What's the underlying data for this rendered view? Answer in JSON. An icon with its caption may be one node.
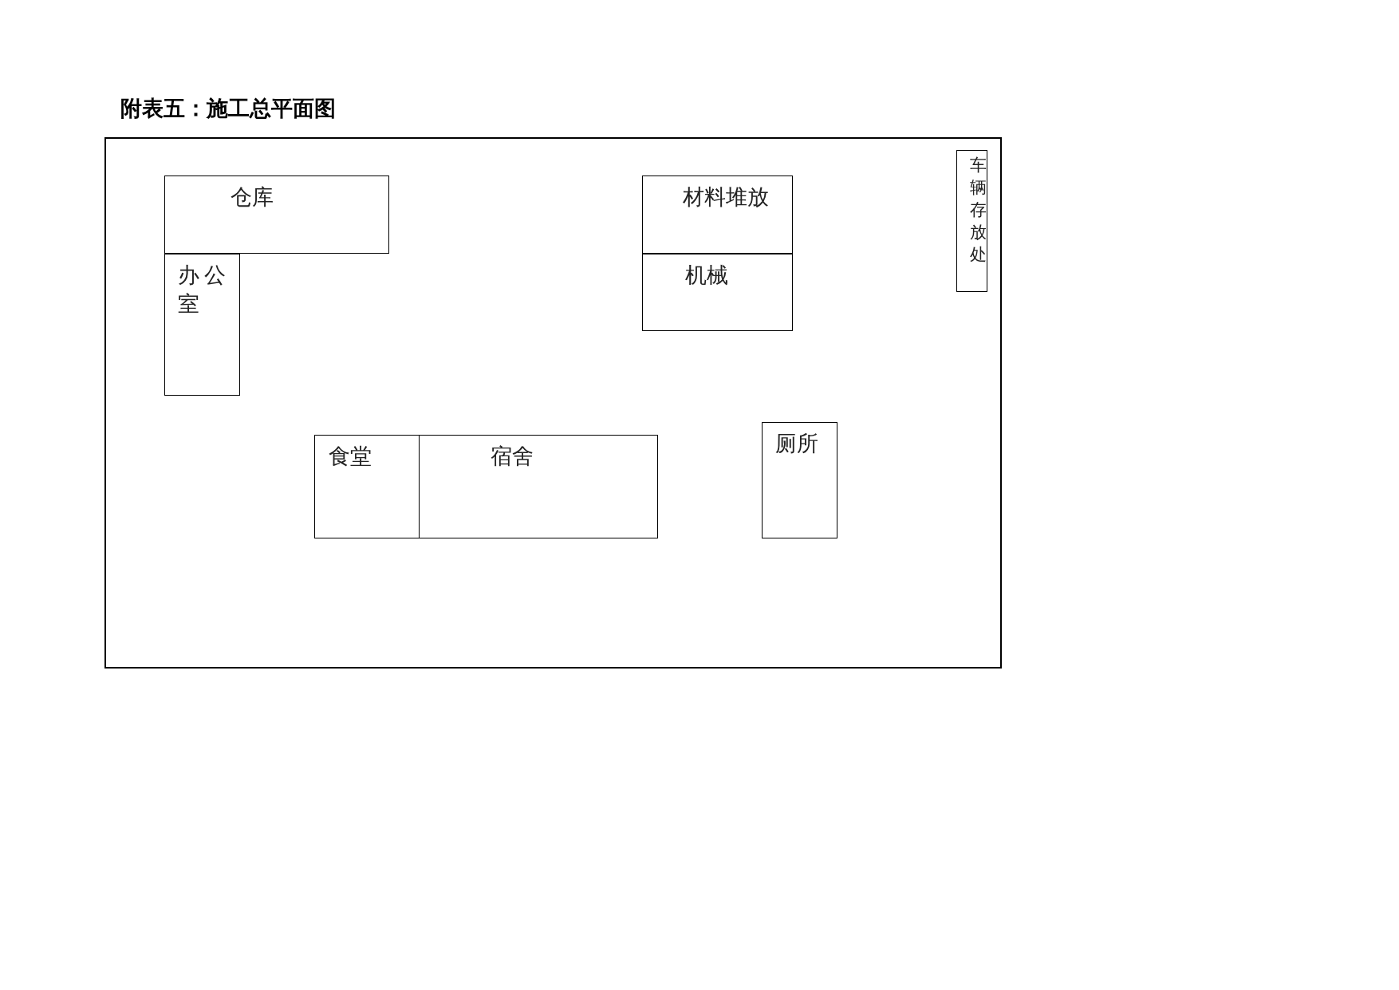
{
  "diagram": {
    "title": "附表五：施工总平面图",
    "nodes": [
      {
        "text": [],
        "shape": "box"
      },
      {
        "text": [
          "仓库"
        ],
        "in": 0
      },
      {
        "text": [
          "办公室"
        ],
        "in": 0
      },
      {
        "text": [
          "材料堆放"
        ],
        "in": 0
      },
      {
        "text": [
          "机械"
        ],
        "in": 0
      },
      {
        "text": [
          "车辆存放处"
        ],
        "in": 0
      },
      {
        "text": [
          "食堂"
        ],
        "in": 0
      },
      {
        "text": [
          "宿舍"
        ],
        "in": 0
      },
      {
        "text": [
          "厕所"
        ],
        "in": 0
      }
    ]
  }
}
